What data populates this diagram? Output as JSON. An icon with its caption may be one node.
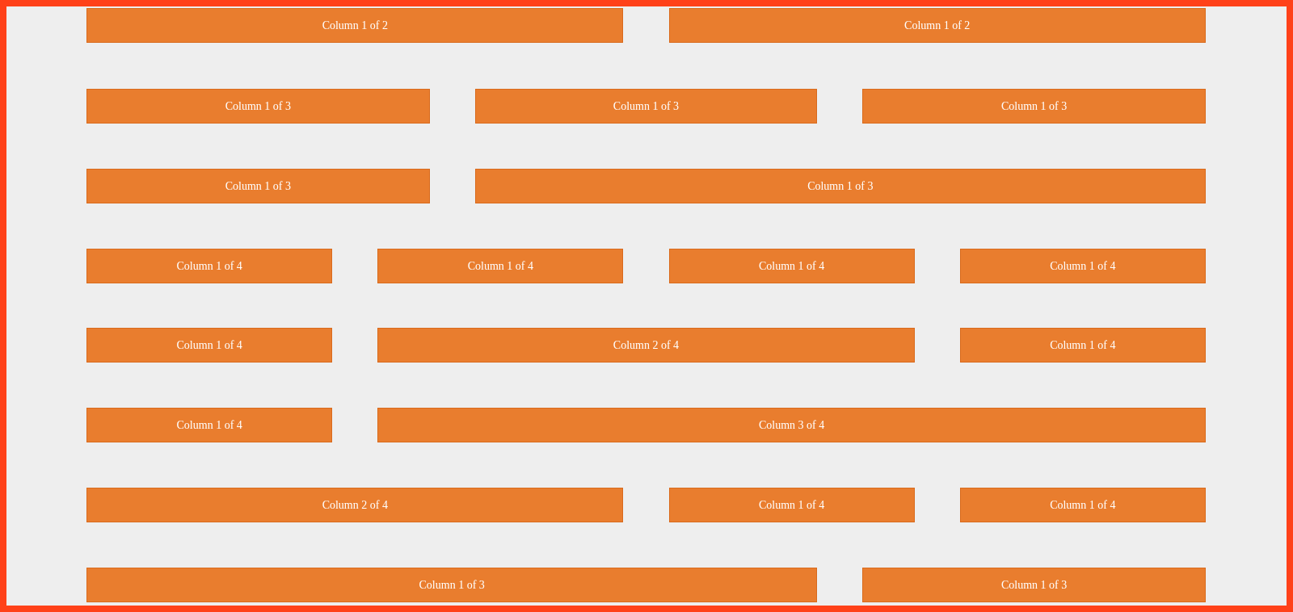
{
  "diagram": {
    "nodes": [
      {
        "text": [
          "Column 1 of 2"
        ]
      },
      {
        "text": [
          "Column 1 of 2"
        ]
      },
      {
        "text": [
          "Column 1 of 3"
        ]
      },
      {
        "text": [
          "Column 1 of 3"
        ]
      },
      {
        "text": [
          "Column 1 of 3"
        ]
      },
      {
        "text": [
          "Column 1 of 3"
        ]
      },
      {
        "text": [
          "Column 1 of 3"
        ]
      },
      {
        "text": [
          "Column 1 of 4"
        ]
      },
      {
        "text": [
          "Column 1 of 4"
        ]
      },
      {
        "text": [
          "Column 1 of 4"
        ]
      },
      {
        "text": [
          "Column 1 of 4"
        ]
      },
      {
        "text": [
          "Column 1 of 4"
        ]
      },
      {
        "text": [
          "Column 2 of 4"
        ]
      },
      {
        "text": [
          "Column 1 of 4"
        ]
      },
      {
        "text": [
          "Column 1 of 4"
        ]
      },
      {
        "text": [
          "Column 3 of 4"
        ]
      },
      {
        "text": [
          "Column 2 of 4"
        ]
      },
      {
        "text": [
          "Column 1 of 4"
        ]
      },
      {
        "text": [
          "Column 1 of 4"
        ]
      },
      {
        "text": [
          "Column 1 of 3"
        ]
      },
      {
        "text": [
          "Column 1 of 3"
        ]
      }
    ]
  }
}
